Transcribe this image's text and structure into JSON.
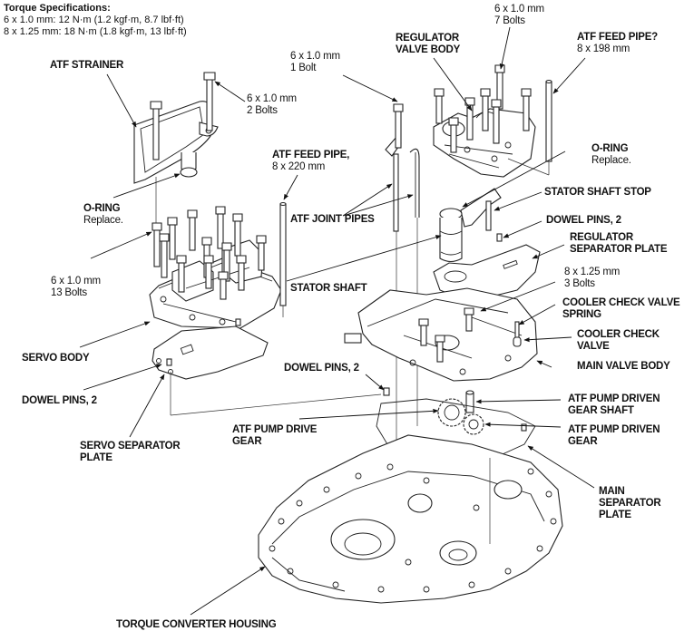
{
  "torque_specs": {
    "title": "Torque Specifications:",
    "lines": [
      "6 x 1.0 mm: 12 N·m (1.2 kgf·m, 8.7 lbf·ft)",
      "8 x 1.25 mm: 18 N·m (1.8 kgf·m, 13 lbf·ft)"
    ]
  },
  "labels": {
    "atf_strainer": {
      "title": "ATF STRAINER"
    },
    "bolts_2": {
      "title": "6 x 1.0 mm",
      "sub": "2 Bolts"
    },
    "bolt_1": {
      "title": "6 x 1.0 mm",
      "sub": "1 Bolt"
    },
    "regulator_valve_body": {
      "title": "REGULATOR",
      "sub": "VALVE BODY"
    },
    "bolts_7": {
      "title": "6 x 1.0 mm",
      "sub": "7 Bolts"
    },
    "atf_feed_pipe_198": {
      "title": "ATF FEED PIPE?",
      "sub": "8 x 198 mm"
    },
    "atf_feed_pipe_220": {
      "title": "ATF FEED PIPE,",
      "sub": "8 x 220 mm"
    },
    "o_ring_left": {
      "title": "O-RING",
      "sub": "Replace."
    },
    "o_ring_right": {
      "title": "O-RING",
      "sub": "Replace."
    },
    "atf_joint_pipes": {
      "title": "ATF JOINT PIPES"
    },
    "stator_shaft_stop": {
      "title": "STATOR SHAFT STOP"
    },
    "dowel_pins_upper": {
      "title": "DOWEL PINS, 2"
    },
    "regulator_separator_plate": {
      "title": "REGULATOR",
      "sub": "SEPARATOR PLATE"
    },
    "bolts_13": {
      "title": "6 x 1.0 mm",
      "sub": "13 Bolts"
    },
    "stator_shaft": {
      "title": "STATOR SHAFT"
    },
    "bolts_3": {
      "title": "8 x 1.25 mm",
      "sub": "3 Bolts"
    },
    "cooler_check_valve_spring": {
      "title": "COOLER CHECK VALVE",
      "sub": "SPRING"
    },
    "cooler_check_valve": {
      "title": "COOLER CHECK",
      "sub": "VALVE"
    },
    "servo_body": {
      "title": "SERVO BODY"
    },
    "main_valve_body": {
      "title": "MAIN VALVE BODY"
    },
    "dowel_pins_left": {
      "title": "DOWEL PINS, 2"
    },
    "dowel_pins_middle": {
      "title": "DOWEL PINS, 2"
    },
    "atf_pump_driven_gear_shaft": {
      "title": "ATF PUMP DRIVEN",
      "sub": "GEAR SHAFT"
    },
    "atf_pump_drive_gear": {
      "title": "ATF PUMP DRIVE",
      "sub": "GEAR"
    },
    "atf_pump_driven_gear": {
      "title": "ATF PUMP DRIVEN",
      "sub": "GEAR"
    },
    "servo_separator_plate": {
      "title": "SERVO SEPARATOR",
      "sub": "PLATE"
    },
    "main_separator_plate": {
      "title": "MAIN",
      "sub": "SEPARATOR",
      "sub2": "PLATE"
    },
    "torque_converter_housing": {
      "title": "TORQUE CONVERTER HOUSING"
    }
  }
}
